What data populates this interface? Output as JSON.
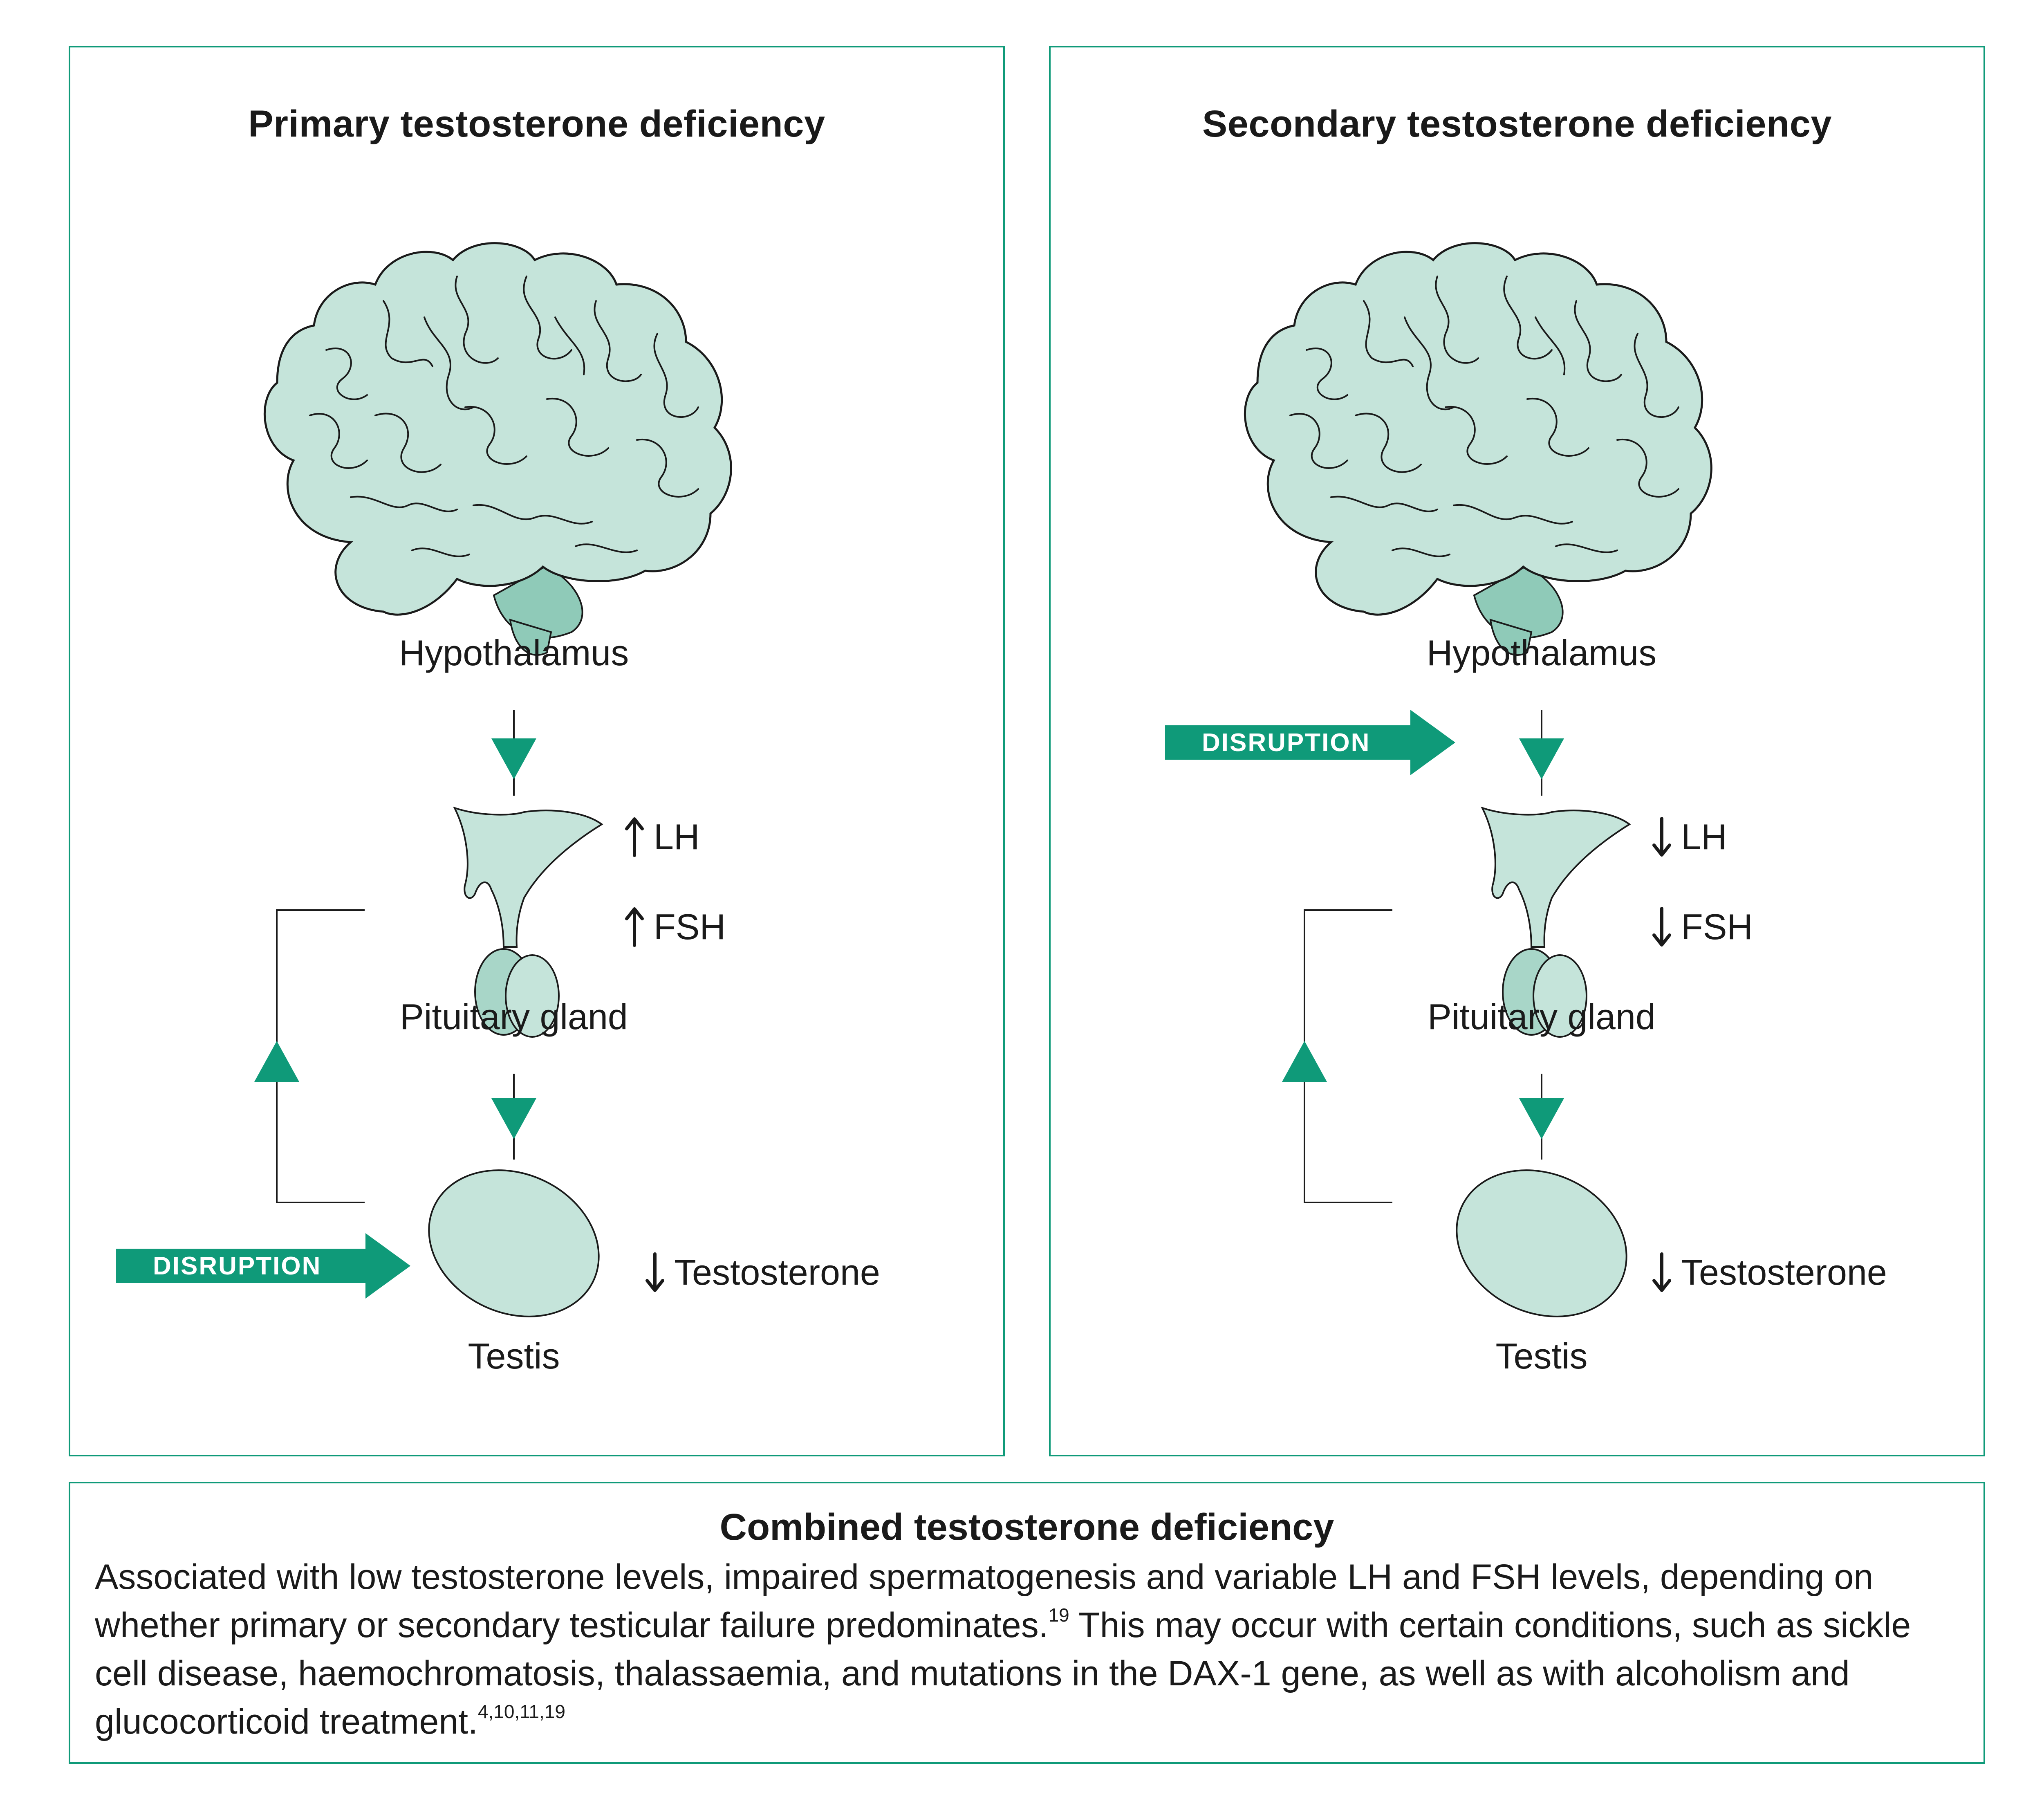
{
  "colors": {
    "accent": "#0f9a79",
    "organ_fill": "#c5e4da",
    "cerebellum_fill": "#8fcab8",
    "stroke": "#1a1a1a"
  },
  "primary": {
    "title": "Primary testosterone deficiency",
    "hypothalamus": "Hypothalamus",
    "pituitary": "Pituitary gland",
    "testis": "Testis",
    "lh": {
      "direction": "up",
      "label": "LH"
    },
    "fsh": {
      "direction": "up",
      "label": "FSH"
    },
    "testosterone": {
      "direction": "down",
      "label": "Testosterone"
    },
    "disruption": "DISRUPTION",
    "disruption_target": "testis"
  },
  "secondary": {
    "title": "Secondary testosterone deficiency",
    "hypothalamus": "Hypothalamus",
    "pituitary": "Pituitary gland",
    "testis": "Testis",
    "lh": {
      "direction": "down",
      "label": "LH"
    },
    "fsh": {
      "direction": "down",
      "label": "FSH"
    },
    "testosterone": {
      "direction": "down",
      "label": "Testosterone"
    },
    "disruption": "DISRUPTION",
    "disruption_target": "hypothalamus"
  },
  "combined": {
    "title": "Combined testosterone deficiency",
    "text_1": "Associated with low testosterone levels, impaired spermatogenesis and variable LH and FSH levels, depending on whether primary or secondary testicular failure predominates.",
    "ref_1": "19",
    "text_2": " This may occur with certain conditions, such as sickle cell disease, haemochromatosis, thalassaemia, and mutations in the DAX-1 gene, as well as with alcoholism and glucocorticoid treatment.",
    "ref_2": "4,10,11,19"
  }
}
